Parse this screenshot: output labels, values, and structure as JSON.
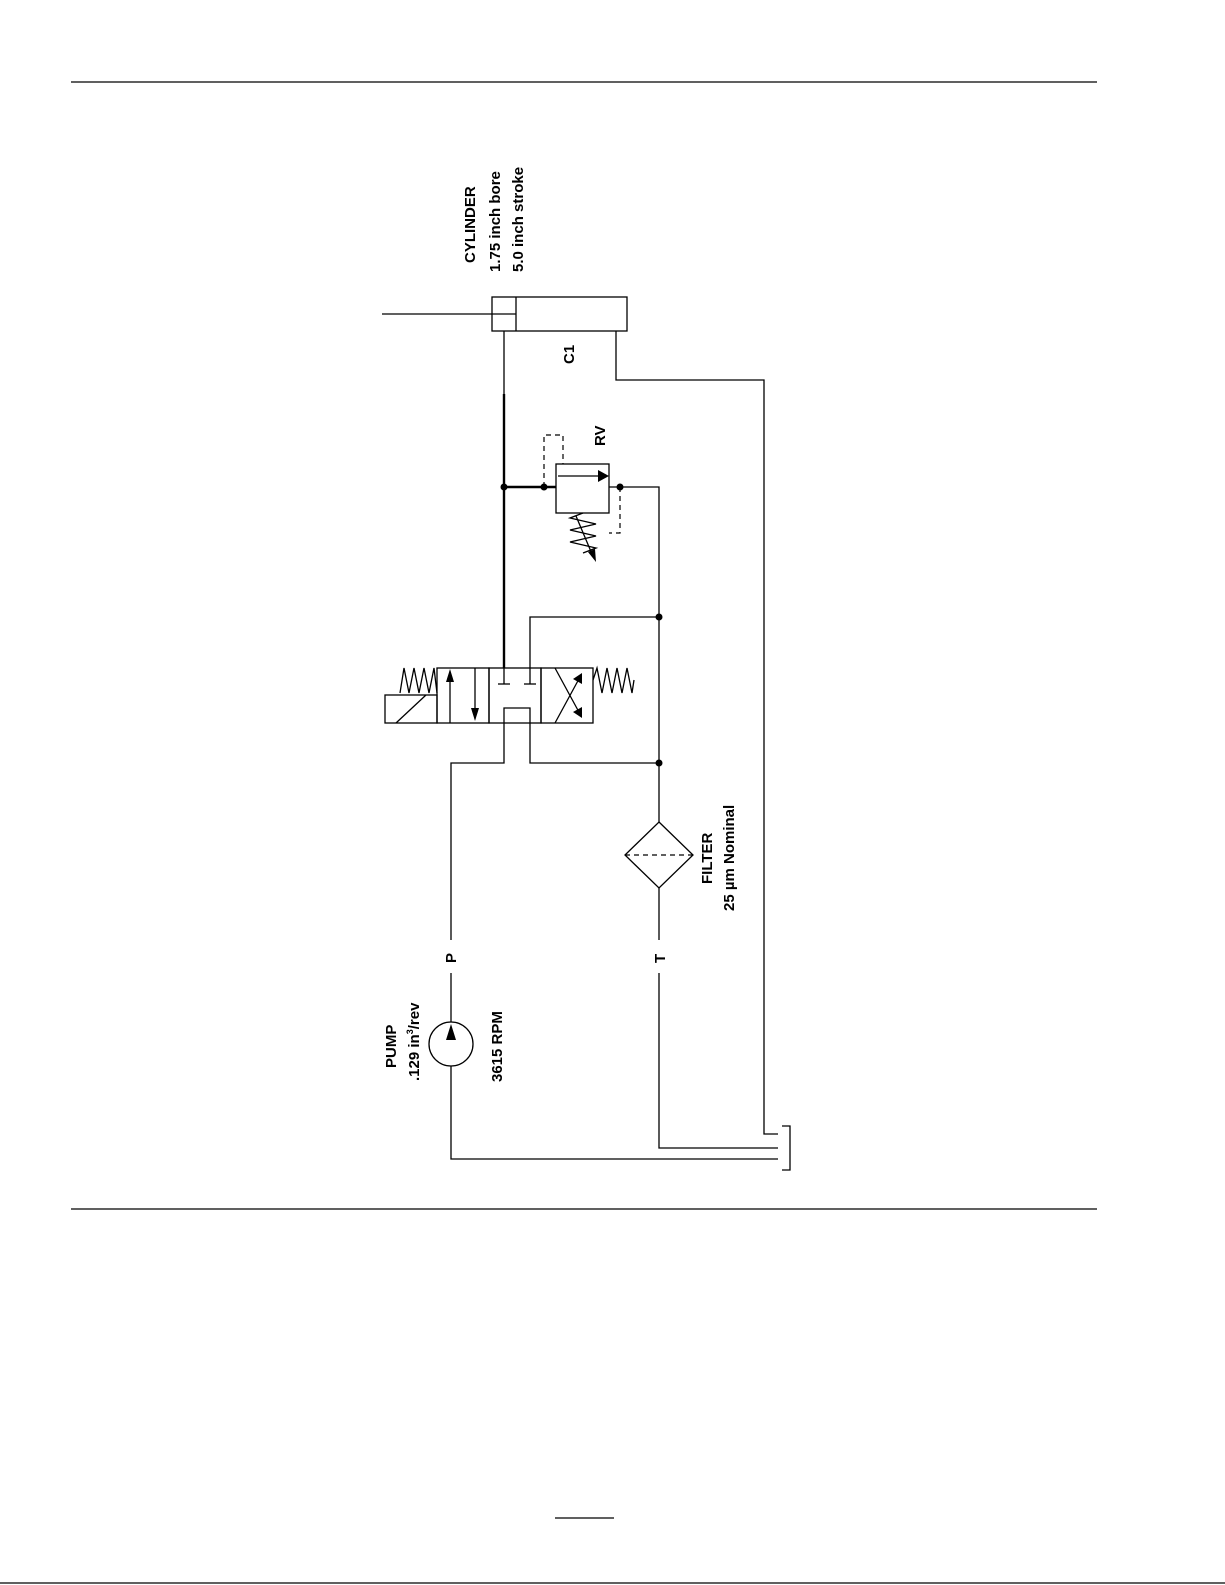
{
  "diagram": {
    "cylinder": {
      "title": "CYLINDER",
      "bore": "1.75 inch bore",
      "stroke": "5.0 inch stroke",
      "id": "C1"
    },
    "relief_valve": {
      "id": "RV"
    },
    "filter": {
      "title": "FILTER",
      "rating": "25 µm Nominal"
    },
    "pump": {
      "title": "PUMP",
      "displacement_prefix": ".129 in",
      "displacement_sup": "3",
      "displacement_suffix": "/rev",
      "speed": "3615 RPM"
    },
    "ports": {
      "pressure": "P",
      "tank": "T"
    }
  }
}
